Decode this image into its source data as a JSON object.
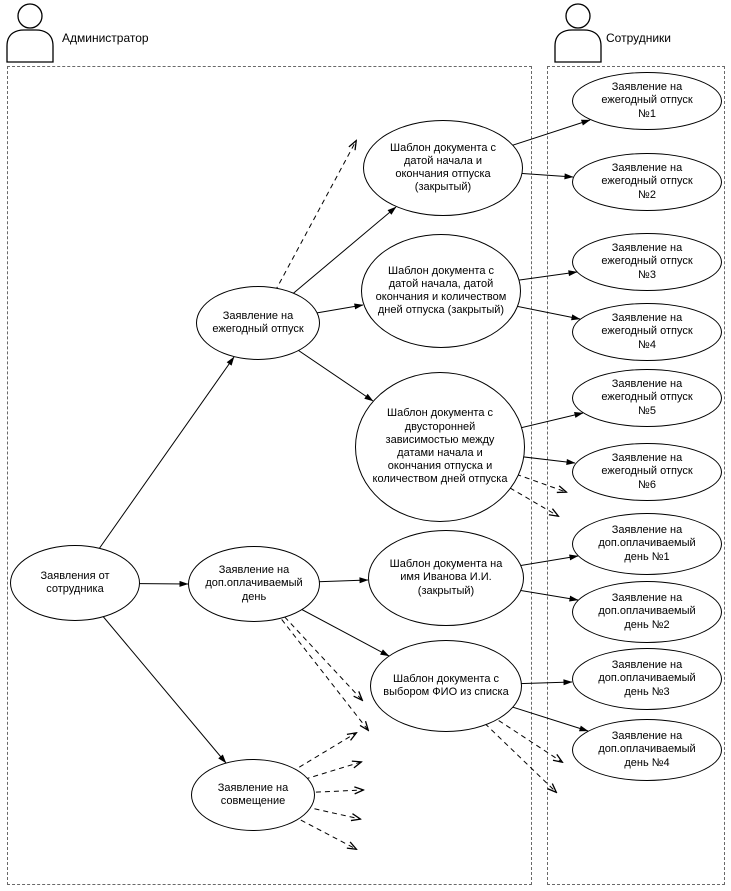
{
  "diagram": {
    "actors": {
      "admin": "Администратор",
      "employees": "Сотрудники"
    },
    "nodes": {
      "requests_root": "Заявления от сотрудника",
      "annual_leave": "Заявление на ежегодный отпуск",
      "extra_day": "Заявление на доп.оплачиваемый день",
      "combination": "Заявление на совмещение",
      "tpl_dates_closed": "Шаблон документа с датой начала и окончания отпуска (закрытый)",
      "tpl_dates_days_closed": "Шаблон документа с датой начала, датой окончания и количеством дней отпуска (закрытый)",
      "tpl_two_way": "Шаблон документа с двусторонней зависимостью между датами начала и окончания отпуска и количеством дней отпуска",
      "tpl_ivanov": "Шаблон документа на имя Иванова И.И. (закрытый)",
      "tpl_fio_list": "Шаблон документа с выбором ФИО из списка",
      "annual_1": "Заявление на ежегодный отпуск №1",
      "annual_2": "Заявление на ежегодный отпуск №2",
      "annual_3": "Заявление на ежегодный отпуск №3",
      "annual_4": "Заявление на ежегодный отпуск №4",
      "annual_5": "Заявление на ежегодный отпуск №5",
      "annual_6": "Заявление на ежегодный отпуск №6",
      "extra_1": "Заявление на доп.оплачиваемый день №1",
      "extra_2": "Заявление на доп.оплачиваемый день №2",
      "extra_3": "Заявление на доп.оплачиваемый день №3",
      "extra_4": "Заявление на доп.оплачиваемый день №4"
    },
    "colors": {
      "stroke": "#000000",
      "boundary": "#696969",
      "background": "#ffffff"
    }
  }
}
